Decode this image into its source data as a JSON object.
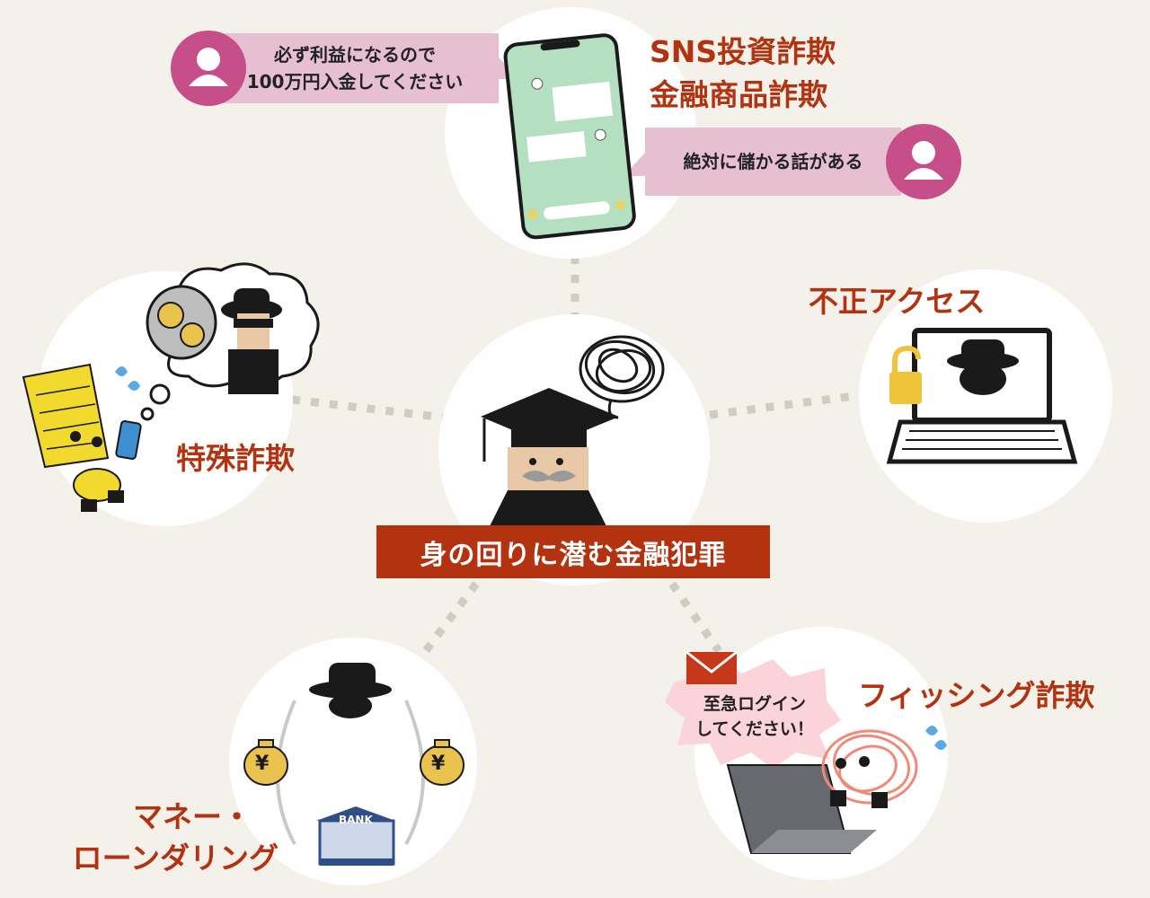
{
  "center": {
    "title": "身の回りに潜む金融犯罪"
  },
  "sns": {
    "heading_line1": "SNS投資詐欺",
    "heading_line2": "金融商品詐欺",
    "bubble_top_line1": "必ず利益になるので",
    "bubble_top_line2": "100万円入金してください",
    "bubble_right": "絶対に儲かる話がある"
  },
  "tokushu": {
    "heading": "特殊詐欺"
  },
  "unauthorized": {
    "heading": "不正アクセス"
  },
  "money": {
    "heading_line1": "マネー・",
    "heading_line2": "ローンダリング",
    "bank_label": "BANK",
    "yen_symbol": "¥"
  },
  "phishing": {
    "heading": "フィッシング詐欺",
    "burst_line1": "至急ログイン",
    "burst_line2": "してください！"
  },
  "colors": {
    "accent": "#b33210",
    "bubble": "#e6bfd0",
    "avatar": "#c64f8a",
    "background": "#f3f1e9",
    "connector": "#cfccc4"
  }
}
